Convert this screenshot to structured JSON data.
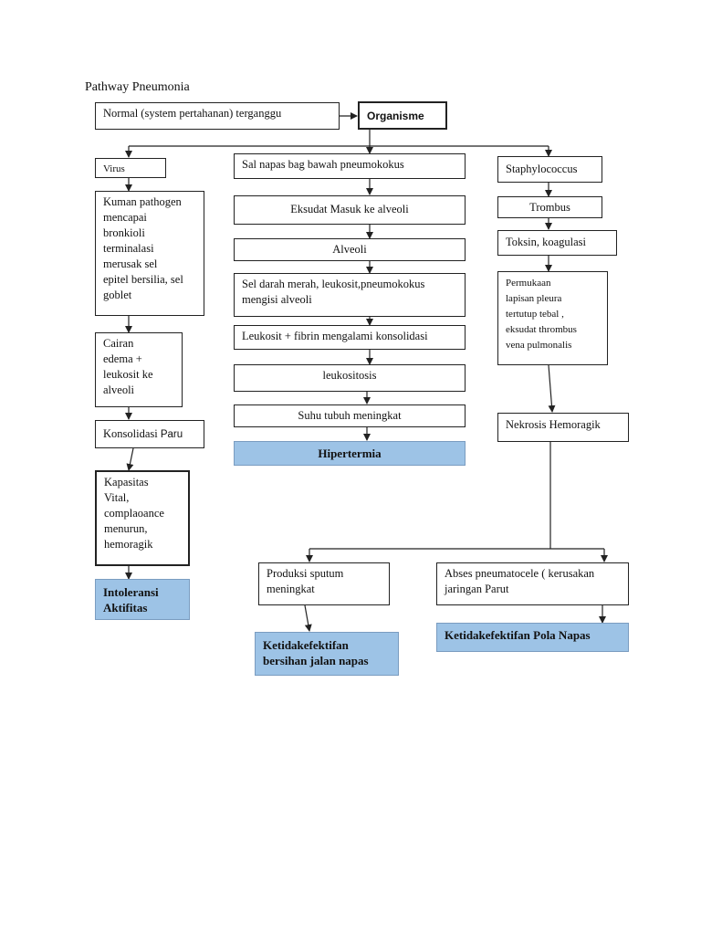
{
  "title": "Pathway Pneumonia",
  "nodes": {
    "normal": "Normal (system pertahanan) terganggu",
    "organisme": "Organisme",
    "virus": "Virus",
    "kuman": "Kuman pathogen\nmencapai\nbronkioli\nterminalasi\nmerusak sel\nepitel bersilia, sel\ngoblet",
    "cairan": "Cairan\nedema +\nleukosit ke\nalveoli",
    "konsolidasi_prefix": "Konsolidasi ",
    "konsolidasi_suffix": "Paru",
    "kapasitas": "Kapasitas\nVital,\ncomplaoance\nmenurun,\nhemoragik",
    "intoleransi": "Intoleransi\nAktifitas",
    "sal_napas": "Sal napas bag bawah pneumokokus",
    "eksudat": "Eksudat Masuk ke alveoli",
    "alveoli": "Alveoli",
    "sel_darah": "Sel darah merah, leukosit,pneumokokus\nmengisi alveoli",
    "leukosit_fibrin": "Leukosit + fibrin mengalami konsolidasi",
    "leukositosis": "leukositosis",
    "suhu": "Suhu tubuh meningkat",
    "hipertermia": "Hipertermia",
    "staphylococcus": "Staphylococcus",
    "trombus": "Trombus",
    "toksin": "Toksin, koagulasi",
    "permukaan": "Permukaan\nlapisan pleura\ntertutup tebal ,\neksudat thrombus\nvena pulmonalis",
    "nekrosis": "Nekrosis Hemoragik",
    "produksi": "Produksi sputum\nmeningkat",
    "abses": "Abses pneumatocele ( kerusakan\njaringan Parut",
    "ketidak_bersihan": "Ketidakefektifan\nbersihan jalan napas",
    "ketidak_pola": "Ketidakefektifan Pola Napas"
  },
  "colors": {
    "diagnosis_fill": "#9dc3e6",
    "line": "#222222"
  }
}
